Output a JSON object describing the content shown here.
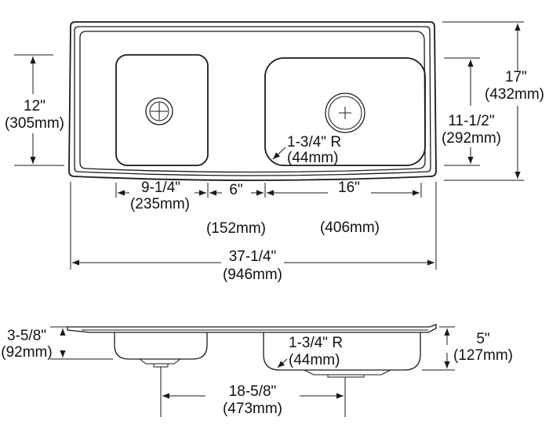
{
  "colors": {
    "line": "#1a1a1a",
    "background": "#ffffff"
  },
  "top_view": {
    "left_bowl_length": {
      "imperial": "12\"",
      "metric": "(305mm)"
    },
    "overall_width": {
      "imperial": "17\"",
      "metric": "(432mm)"
    },
    "right_bowl_length": {
      "imperial": "11-1/2\"",
      "metric": "(292mm)"
    },
    "corner_radius": {
      "imperial": "1-3/4\" R",
      "metric": "(44mm)"
    },
    "left_bowl_width": {
      "imperial": "9-1/4\"",
      "metric": "(235mm)"
    },
    "bowl_spacing": {
      "imperial": "6\"",
      "metric": "(152mm)"
    },
    "right_bowl_width": {
      "imperial": "16\"",
      "metric": "(406mm)"
    },
    "overall_length": {
      "imperial": "37-1/4\"",
      "metric": "(946mm)"
    }
  },
  "side_view": {
    "left_bowl_depth": {
      "imperial": "3-5/8\"",
      "metric": "(92mm)"
    },
    "right_bowl_depth": {
      "imperial": "5\"",
      "metric": "(127mm)"
    },
    "corner_radius": {
      "imperial": "1-3/4\" R",
      "metric": "(44mm)"
    },
    "drain_spacing": {
      "imperial": "18-5/8\"",
      "metric": "(473mm)"
    }
  }
}
